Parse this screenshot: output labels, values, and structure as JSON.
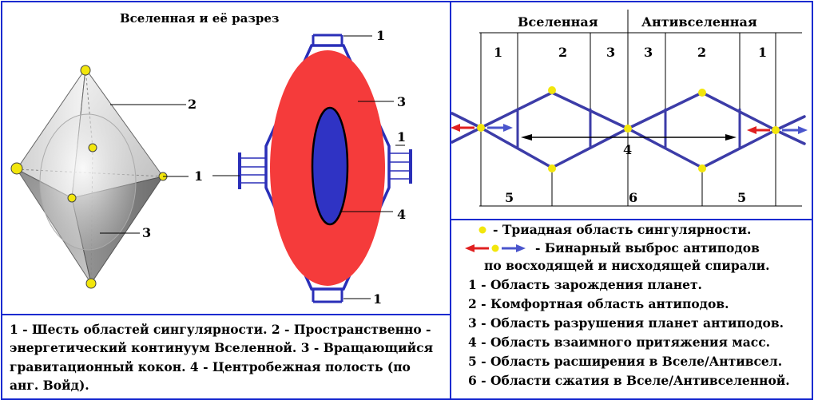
{
  "title": "Вселенная и её разрез",
  "left_figure": {
    "labels": {
      "l1": "1",
      "l2": "2",
      "l3": "3"
    }
  },
  "middle_figure": {
    "labels": {
      "top": "1",
      "right_wall": "3",
      "right_side": "1",
      "left_side": "1",
      "core": "4",
      "bottom": "1"
    }
  },
  "left_caption": [
    "1 - Шесть областей сингулярности. 2 - Пространственно -",
    "энергетический континуум Вселенной. 3 - Вращающийся",
    "гравитационный кокон. 4 - Центробежная полость (по",
    "анг. Войд)."
  ],
  "right_diagram": {
    "headers": {
      "universe": "Вселенная",
      "antiuniverse": "Антивселенная"
    },
    "top_numbers": [
      "1",
      "2",
      "3",
      "3",
      "2",
      "1"
    ],
    "middle_number": "4",
    "bottom_numbers": [
      "5",
      "6",
      "5"
    ],
    "colors": {
      "spiral": "#3c3ca8",
      "singularity": "#f2e60c",
      "arrow_red": "#e02020",
      "arrow_blue": "#4a55cc"
    }
  },
  "legend": {
    "singularity": "- Триадная область сингулярности.",
    "binary_line1": "- Бинарный выброс антиподов",
    "binary_line2": "по восходящей и нисходящей спирали.",
    "items": [
      "1 - Область зарождения планет.",
      "2 - Комфортная область антиподов.",
      "3 - Область разрушения планет антиподов.",
      "4 - Область взаимного притяжения масс.",
      "5 - Область расширения в Вселе/Антивсел.",
      "6 - Области сжатия в Вселе/Антивселенной."
    ]
  },
  "frame_color": "#1a2bd0"
}
